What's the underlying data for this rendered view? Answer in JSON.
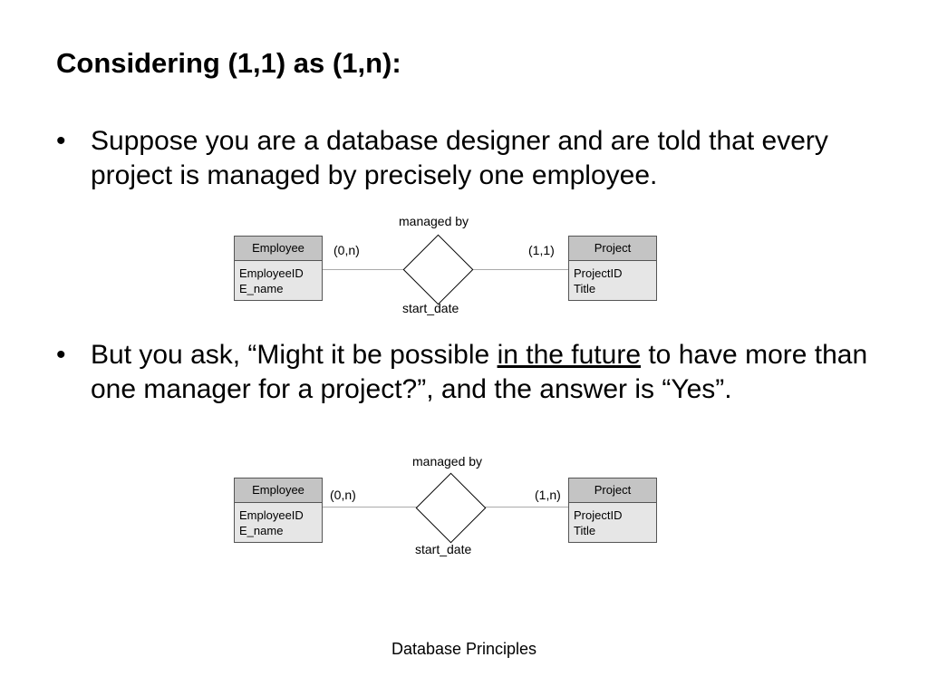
{
  "slide": {
    "title": "Considering (1,1) as (1,n):",
    "bullet_char": "•",
    "bullet1": "Suppose you are a database designer and are told that every project is managed by precisely one employee.",
    "bullet2": {
      "before": "But you ask, “Might it be possible ",
      "underlined": "in the future",
      "after": " to have more than one manager for a project?”, and the answer is “Yes”."
    },
    "footer": "Database Principles"
  },
  "diagram1": {
    "relationship": "managed by",
    "relationship_attribute": "start_date",
    "left_entity": {
      "name": "Employee",
      "attributes": [
        "EmployeeID",
        "E_name"
      ]
    },
    "right_entity": {
      "name": "Project",
      "attributes": [
        "ProjectID",
        "Title"
      ]
    },
    "left_cardinality": "(0,n)",
    "right_cardinality": "(1,1)"
  },
  "diagram2": {
    "relationship": "managed by",
    "relationship_attribute": "start_date",
    "left_entity": {
      "name": "Employee",
      "attributes": [
        "EmployeeID",
        "E_name"
      ]
    },
    "right_entity": {
      "name": "Project",
      "attributes": [
        "ProjectID",
        "Title"
      ]
    },
    "left_cardinality": "(0,n)",
    "right_cardinality": "(1,n)"
  }
}
